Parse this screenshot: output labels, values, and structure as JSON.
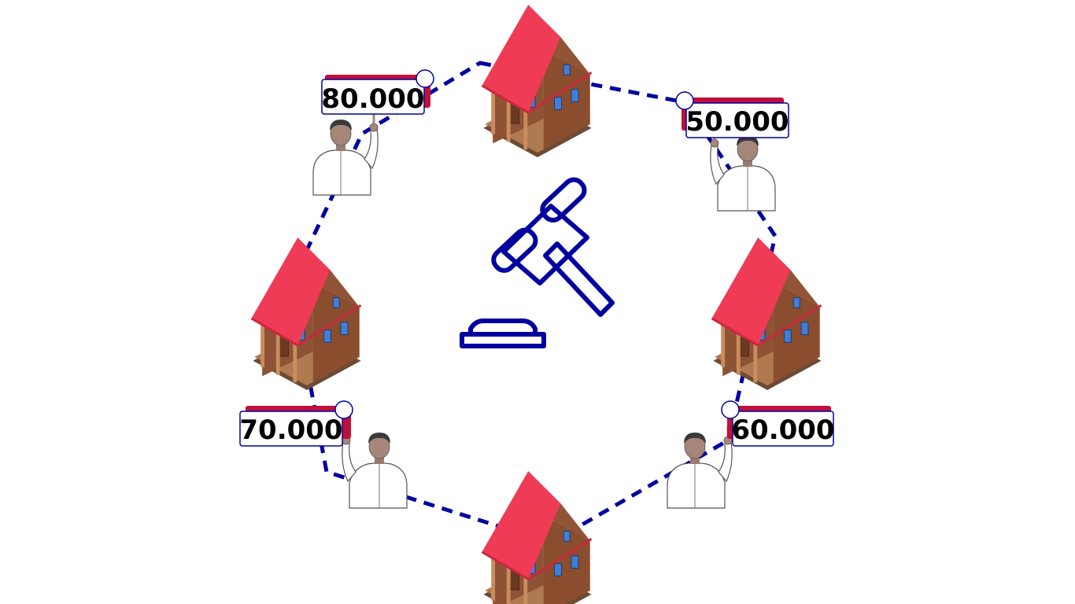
{
  "colors": {
    "accent": "#0000a0",
    "roof": "#ef3b55",
    "house": "#9a5a38",
    "tag": "#c0103a"
  },
  "center": {
    "icon": "auction-gavel-icon"
  },
  "houses": [
    {
      "id": "top",
      "icon": "house-icon"
    },
    {
      "id": "upper-left",
      "icon": "house-icon"
    },
    {
      "id": "upper-right",
      "icon": "house-icon"
    },
    {
      "id": "bottom",
      "icon": "house-icon"
    }
  ],
  "bids": [
    {
      "id": "bid-top-left",
      "price": "80.000",
      "bidder_icon": "bidder-raising-hand-icon"
    },
    {
      "id": "bid-top-right",
      "price": "50.000",
      "bidder_icon": "bidder-raising-hand-icon"
    },
    {
      "id": "bid-bottom-left",
      "price": "70.000",
      "bidder_icon": "bidder-raising-hand-icon"
    },
    {
      "id": "bid-bottom-right",
      "price": "60.000",
      "bidder_icon": "bidder-raising-hand-icon"
    }
  ]
}
